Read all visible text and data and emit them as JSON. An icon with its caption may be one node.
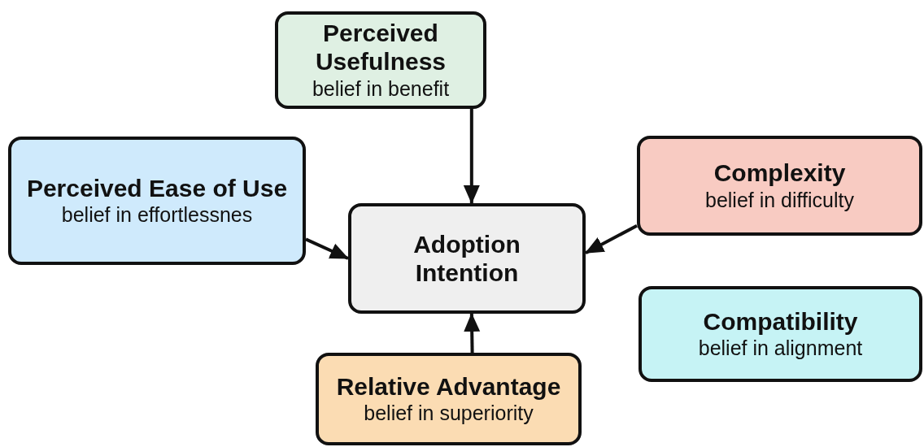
{
  "diagram": {
    "nodes": [
      {
        "text": [
          "Perceived Usefulness",
          "belief in benefit"
        ]
      },
      {
        "text": [
          "Perceived Ease of Use",
          "belief in effortlessnes"
        ]
      },
      {
        "text": [
          "Adoption Intention"
        ]
      },
      {
        "text": [
          "Complexity",
          "belief in difficulty"
        ]
      },
      {
        "text": [
          "Compatibility",
          "belief in alignment"
        ]
      },
      {
        "text": [
          "Relative Advantage",
          "belief in superiority"
        ]
      }
    ],
    "edges": [
      {
        "from": 0,
        "to": 2,
        "arrow": "to"
      },
      {
        "from": 1,
        "to": 2,
        "arrow": "to"
      },
      {
        "from": 3,
        "to": 2,
        "arrow": "to"
      },
      {
        "from": 5,
        "to": 2,
        "arrow": "to"
      }
    ]
  }
}
